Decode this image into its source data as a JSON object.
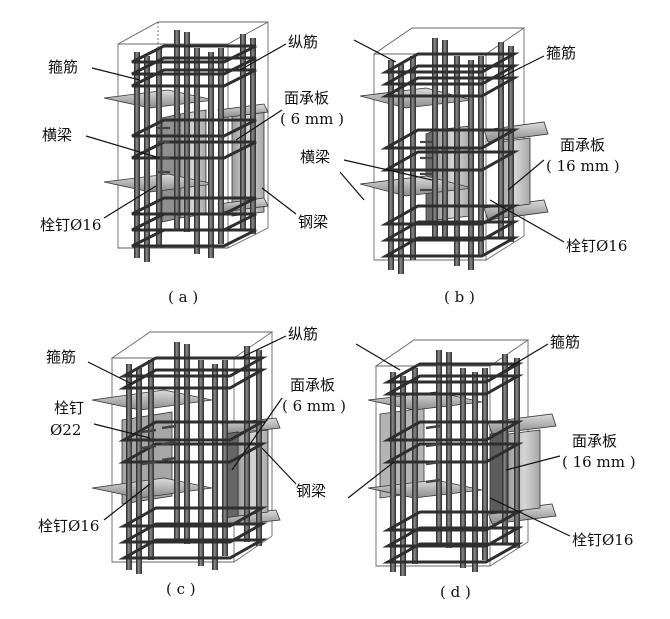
{
  "panels": [
    {
      "id": "a",
      "caption": "( a )",
      "labels": {
        "stirrup": "箍筋",
        "longitudinal_bar": "纵筋",
        "face_plate": "面承板",
        "face_plate_thickness": "( 6 mm )",
        "cross_beam": "横梁",
        "steel_beam": "钢梁",
        "stud": "栓钉Ø16"
      }
    },
    {
      "id": "b",
      "caption": "( b )",
      "labels": {
        "stirrup": "箍筋",
        "face_plate": "面承板",
        "face_plate_thickness": "( 16 mm )",
        "cross_beam": "横梁",
        "stud": "栓钉Ø16"
      }
    },
    {
      "id": "c",
      "caption": "( c )",
      "labels": {
        "stirrup": "箍筋",
        "longitudinal_bar": "纵筋",
        "stud_22_a": "栓钉",
        "stud_22_b": "Ø22",
        "face_plate": "面承板",
        "face_plate_thickness": "( 6 mm )",
        "steel_beam": "钢梁",
        "stud": "栓钉Ø16"
      }
    },
    {
      "id": "d",
      "caption": "( d )",
      "labels": {
        "stirrup": "箍筋",
        "face_plate": "面承板",
        "face_plate_thickness": "( 16 mm )",
        "stud": "栓钉Ø16"
      }
    }
  ],
  "colors": {
    "bar": "#3a3a3a",
    "bar_highlight": "#8a8a8a",
    "plate": "#b8b8b8",
    "plate_dark": "#6e6e6e",
    "box_edge": "#555555",
    "text": "#111111"
  }
}
